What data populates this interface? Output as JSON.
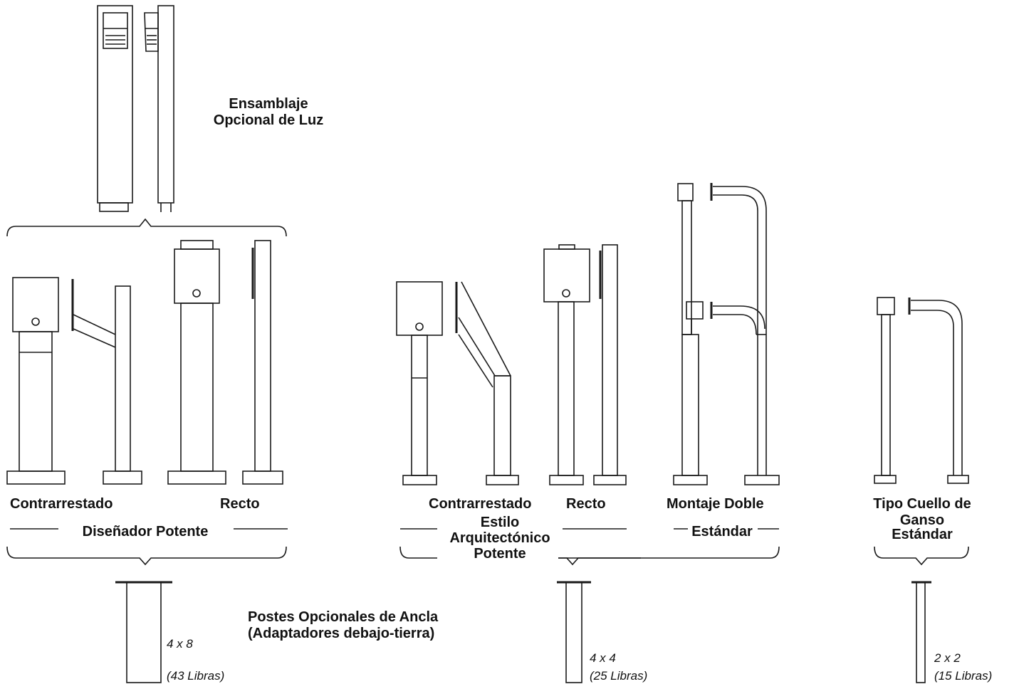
{
  "labels": {
    "light_assembly_1": "Ensamblaje",
    "light_assembly_2": "Opcional de Luz",
    "designer_offset": "Contrarrestado",
    "designer_straight": "Recto",
    "designer_group": "Diseñador Potente",
    "arch_offset": "Contrarrestado",
    "arch_straight": "Recto",
    "arch_group_1": "Estilo",
    "arch_group_2": "Arquitectónico",
    "arch_group_3": "Potente",
    "dual_mount": "Montaje Doble",
    "standard": "Estándar",
    "gooseneck_1": "Tipo Cuello de",
    "gooseneck_2": "Ganso",
    "gooseneck_3": "Estándar",
    "anchor_1": "Postes Opcionales de Ancla",
    "anchor_2": "(Adaptadores debajo-tierra)"
  },
  "anchor_posts": [
    {
      "size": "4 x 8",
      "weight": "(43 Libras)"
    },
    {
      "size": "4 x 4",
      "weight": "(25 Libras)"
    },
    {
      "size": "2 x 2",
      "weight": "(15 Libras)"
    }
  ]
}
